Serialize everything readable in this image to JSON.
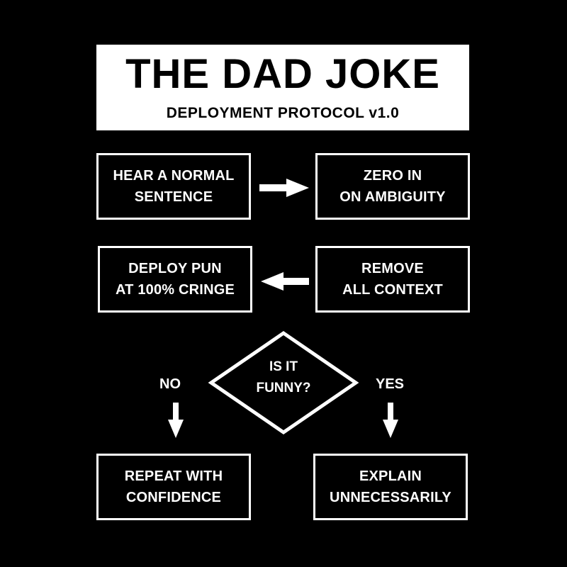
{
  "header": {
    "title": "THE DAD JOKE",
    "subtitle": "DEPLOYMENT PROTOCOL v1.0"
  },
  "steps": [
    {
      "label": "HEAR A NORMAL\nSENTENCE"
    },
    {
      "label": "ZERO IN\nON AMBIGUITY"
    },
    {
      "label": "DEPLOY PUN\nAT 100% CRINGE"
    },
    {
      "label": "REMOVE\nALL CONTEXT"
    }
  ],
  "decision": {
    "label": "IS IT\nFUNNY?",
    "no_label": "NO",
    "yes_label": "YES"
  },
  "outcomes": {
    "no": {
      "label": "REPEAT WITH\nCONFIDENCE"
    },
    "yes": {
      "label": "EXPLAIN\nUNNECESSARILY"
    }
  },
  "colors": {
    "background": "#000000",
    "foreground": "#ffffff"
  }
}
